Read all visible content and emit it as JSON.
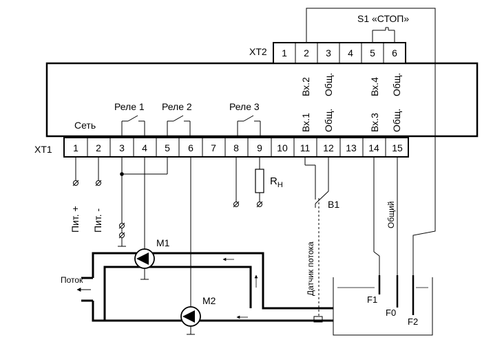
{
  "xt1": {
    "label": "XT1",
    "terminals": [
      "1",
      "2",
      "3",
      "4",
      "5",
      "6",
      "7",
      "8",
      "9",
      "10",
      "11",
      "12",
      "13",
      "14",
      "15"
    ]
  },
  "xt2": {
    "label": "XT2",
    "terminals": [
      "1",
      "2",
      "3",
      "4",
      "5",
      "6"
    ]
  },
  "device": {
    "net_label": "Сеть",
    "relay_labels": [
      "Реле 1",
      "Реле 2",
      "Реле 3"
    ],
    "inputs_bottom": [
      "Вх.1",
      "Общ.",
      "Вх.3",
      "Общ."
    ],
    "inputs_top": [
      "Вх.2",
      "Общ.",
      "Вх.4",
      "Общ."
    ]
  },
  "stop_switch": {
    "label": "S1 «СТОП»"
  },
  "power": {
    "plus": "Пит. +",
    "minus": "Пит. -"
  },
  "resistor": {
    "label": "R",
    "subscript": "Н"
  },
  "flow_sensor": {
    "label": "B1",
    "caption": "Датчик потока"
  },
  "common_wire": {
    "label": "Общий"
  },
  "pumps": {
    "m1": "М1",
    "m2": "М2"
  },
  "flow": {
    "label": "Поток"
  },
  "tank_electrodes": [
    "F1",
    "F0",
    "F2"
  ]
}
